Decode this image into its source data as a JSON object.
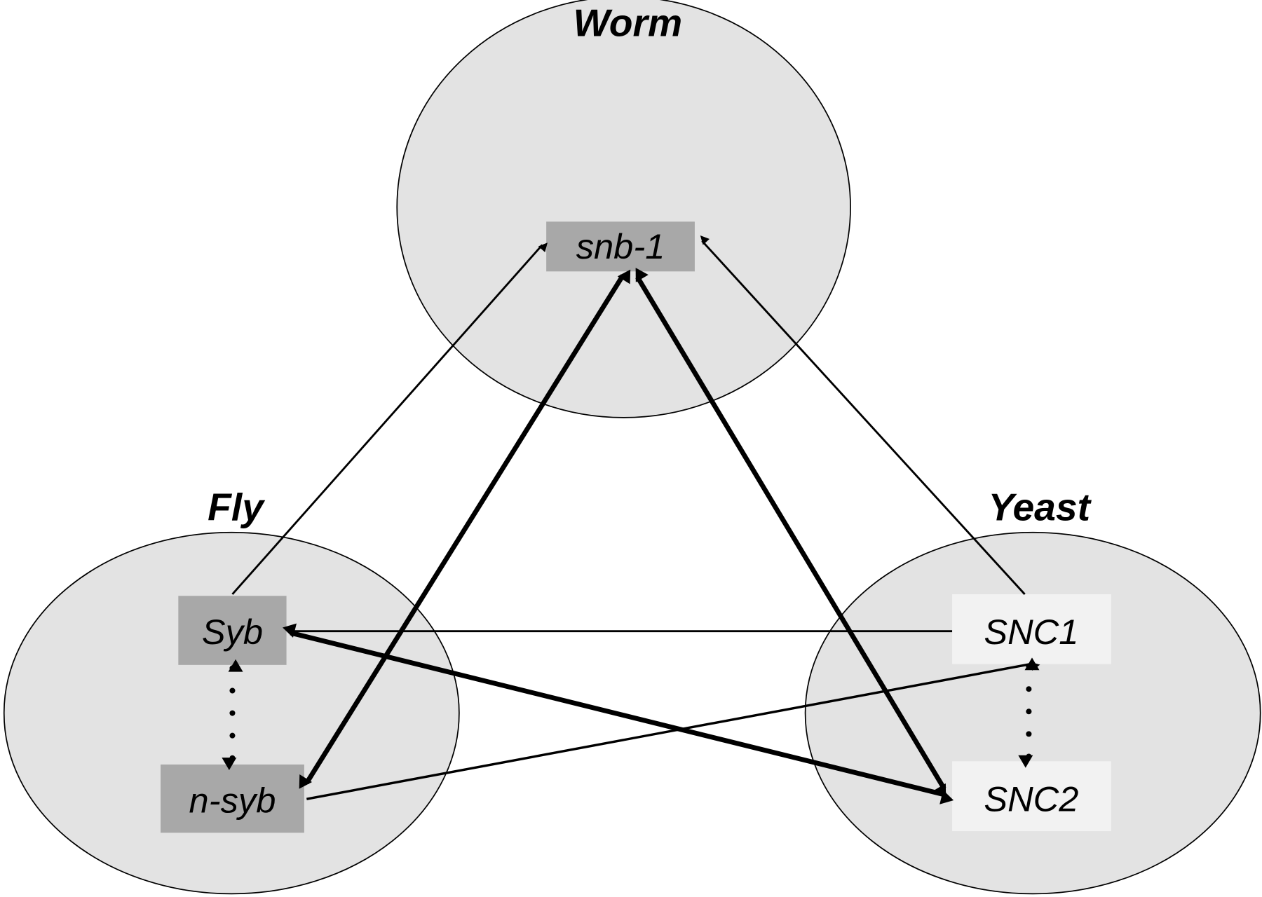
{
  "organisms": {
    "worm": "Worm",
    "fly": "Fly",
    "yeast": "Yeast"
  },
  "genes": {
    "snb1": "snb-1",
    "syb": "Syb",
    "nsyb": "n-syb",
    "snc1": "SNC1",
    "snc2": "SNC2"
  },
  "colors": {
    "ellipse_fill": "#e3e3e3",
    "dark_box": "#a8a8a8",
    "light_box": "#f2f2f2"
  }
}
